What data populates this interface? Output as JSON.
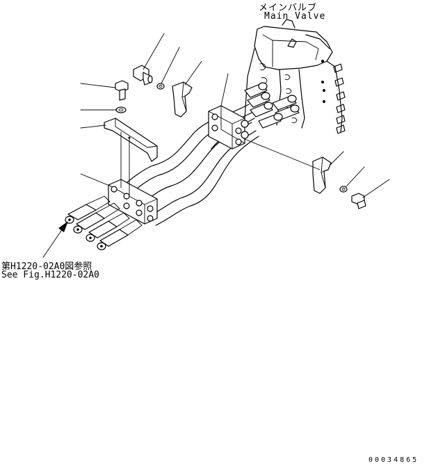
{
  "labels": {
    "main_valve_jp": "メインバルブ",
    "main_valve_en": "Main Valve",
    "reference_jp": "第H1220-02A0図参照",
    "reference_en": "See Fig.H1220-02A0",
    "drawing_number": "00034865"
  }
}
